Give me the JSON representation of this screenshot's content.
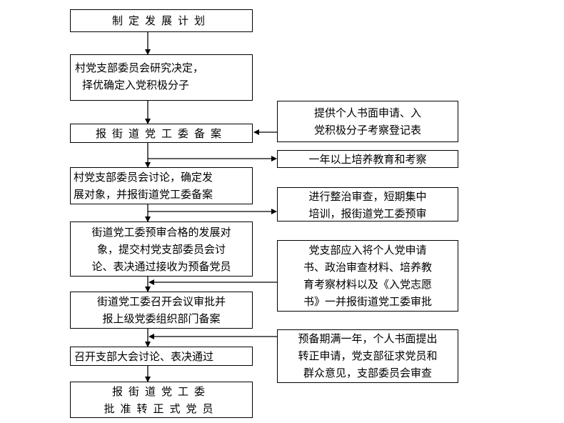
{
  "main_steps": [
    {
      "lines": [
        "制定发展计划"
      ]
    },
    {
      "lines": [
        "村党支部委员会研究决定，",
        "择优确定入党积极分子"
      ]
    },
    {
      "lines": [
        "报街道党工委备案"
      ]
    },
    {
      "lines": [
        "村党支部委员会讨论，确定发",
        "展对象，并报街道党工委备案"
      ]
    },
    {
      "lines": [
        "街道党工委预审合格的发展对",
        "象，提交村党支部委员会讨",
        "论、表决通过接收为预备党员"
      ]
    },
    {
      "lines": [
        "街道党工委召开会议审批并",
        "报上级党委组织部门备案"
      ]
    },
    {
      "lines": [
        "召开支部大会讨论、表决通过"
      ]
    },
    {
      "lines": [
        "报街道党工委",
        "批准转正式党员"
      ]
    }
  ],
  "side_notes": [
    {
      "lines": [
        "提供个人书面申请、入",
        "党积极分子考察登记表"
      ]
    },
    {
      "lines": [
        "一年以上培养教育和考察"
      ]
    },
    {
      "lines": [
        "进行整治审查，短期集中",
        "培训，报街道党工委预审"
      ]
    },
    {
      "lines": [
        "党支部应入将个人党申请",
        "书、政治审查材料、培养教",
        "育考察材料以及《入党志愿",
        "书》一并报街道党工委审批"
      ]
    },
    {
      "lines": [
        "预备期满一年，个人书面提出",
        "转正申请，党支部征求党员和",
        "群众意见，支部委员会审查"
      ]
    }
  ]
}
